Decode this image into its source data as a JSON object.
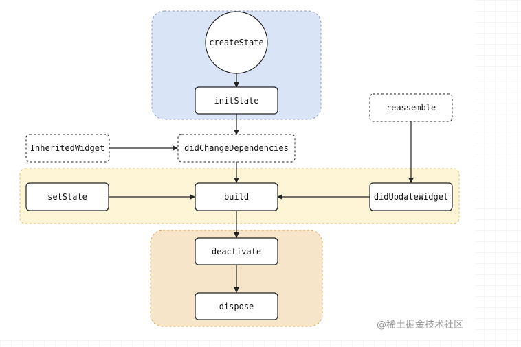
{
  "nodes": {
    "createState": "createState",
    "initState": "initState",
    "reassemble": "reassemble",
    "inheritedWidget": "InheritedWidget",
    "didChangeDependencies": "didChangeDependencies",
    "setState": "setState",
    "build": "build",
    "didUpdateWidget": "didUpdateWidget",
    "deactivate": "deactivate",
    "dispose": "dispose"
  },
  "watermark": "@稀土掘金技术社区",
  "colors": {
    "blue_group_fill": "#dae4f7",
    "blue_group_stroke": "#8899bb",
    "yellow_group_fill": "#fdf5d6",
    "yellow_group_stroke": "#d9c070",
    "orange_group_fill": "#f6e5c8",
    "orange_group_stroke": "#d4a45c",
    "node_stroke": "#222222",
    "edge": "#222222",
    "grid": "#ececec"
  }
}
